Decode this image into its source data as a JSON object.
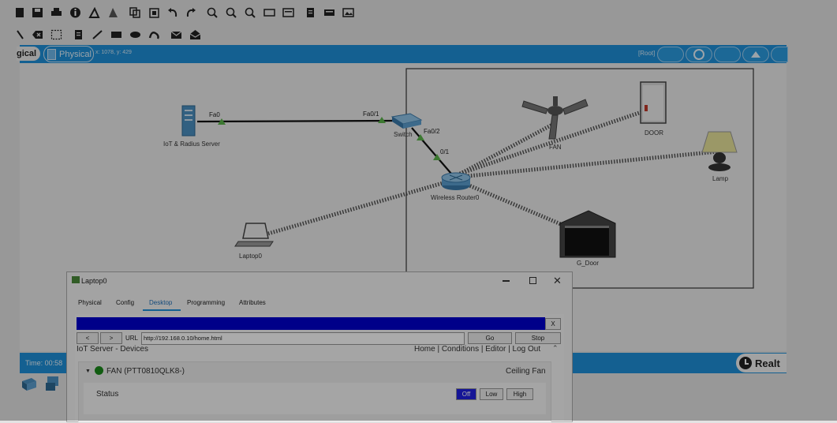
{
  "modebar": {
    "logical_tab": "gical",
    "physical_tab": "Physical",
    "coords": "x: 1078, y: 429",
    "root_label": "[Root]"
  },
  "devices": {
    "server": "IoT & Radius Server",
    "switch": "Switch",
    "router": "Wireless Router0",
    "laptop": "Laptop0",
    "fan": "FAN",
    "door": "DOOR",
    "lamp": "Lamp",
    "garage": "G_Door"
  },
  "ports": {
    "server_fa0": "Fa0",
    "switch_fa01": "Fa0/1",
    "switch_fa02": "Fa0/2",
    "router_01": "0/1"
  },
  "timebar": {
    "time": "Time: 00:58",
    "realtime": "Realt"
  },
  "laptop_window": {
    "title": "Laptop0",
    "tabs": [
      "Physical",
      "Config",
      "Desktop",
      "Programming",
      "Attributes"
    ],
    "back": "<",
    "forward": ">",
    "url_label": "URL",
    "url": "http://192.168.0.10/home.html",
    "go": "Go",
    "stop": "Stop",
    "close_x": "X",
    "page_heading": "IoT Server - Devices",
    "nav": "Home | Conditions | Editor | Log Out",
    "device_name": "FAN (PTT0810QLK8-)",
    "device_type": "Ceiling Fan",
    "status_label": "Status",
    "status_options": [
      "Off",
      "Low",
      "High"
    ]
  },
  "colors": {
    "accent": "#1f90d8",
    "browser_bar": "#0000cc",
    "status_dot": "#1a8a1a",
    "link_green": "#5ab34a"
  }
}
